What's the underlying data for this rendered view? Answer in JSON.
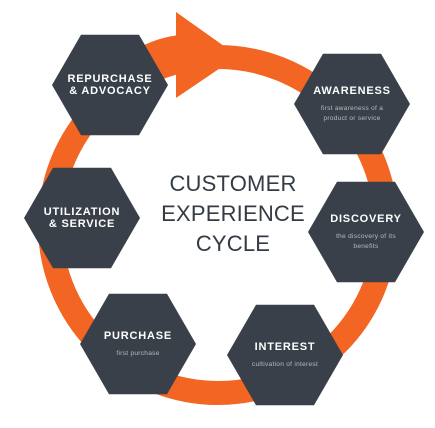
{
  "title": {
    "line1": "CUSTOMER",
    "line2": "EXPERIENCE",
    "line3": "CYCLE"
  },
  "stages": [
    {
      "id": "awareness",
      "title": [
        "AWARENESS"
      ],
      "desc": [
        "first awareness of a",
        "product or service"
      ]
    },
    {
      "id": "discovery",
      "title": [
        "DISCOVERY"
      ],
      "desc": [
        "the discovery of its",
        "benefits"
      ]
    },
    {
      "id": "interest",
      "title": [
        "INTEREST"
      ],
      "desc": [
        "cultivation of interest"
      ]
    },
    {
      "id": "purchase",
      "title": [
        "PURCHASE"
      ],
      "desc": [
        "first purchase"
      ]
    },
    {
      "id": "utilization",
      "title": [
        "UTILIZATION",
        "& SERVICE"
      ],
      "desc": []
    },
    {
      "id": "repurchase",
      "title": [
        "REPURCHASE",
        "& ADVOCACY"
      ],
      "desc": []
    }
  ],
  "colors": {
    "hexagon": "#394049",
    "arrow": "#f26522",
    "title": "#333b44",
    "hex_title": "#ffffff",
    "hex_desc": "#b9bcc0",
    "background": "#ffffff"
  }
}
